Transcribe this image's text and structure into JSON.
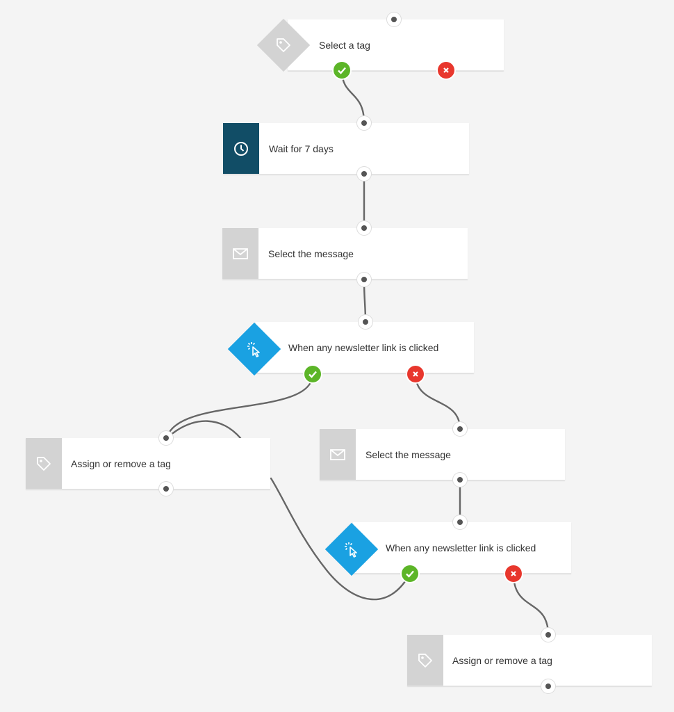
{
  "colors": {
    "background": "#f4f4f4",
    "card": "#ffffff",
    "grey_icon": "#d3d3d3",
    "wait_icon": "#114d66",
    "trigger_icon": "#1aa1e2",
    "yes": "#5cb528",
    "no": "#e8372d",
    "connector": "#666666"
  },
  "nodes": [
    {
      "label": "Select a tag",
      "icon": "tag-icon"
    },
    {
      "label": "Wait for 7 days",
      "icon": "clock-icon"
    },
    {
      "label": "Select the message",
      "icon": "envelope-icon"
    },
    {
      "label": "When any newsletter link is clicked",
      "icon": "cursor-click-icon"
    },
    {
      "label": "Assign or remove a tag",
      "icon": "tag-icon"
    },
    {
      "label": "Select the message",
      "icon": "envelope-icon"
    },
    {
      "label": "When any newsletter link is clicked",
      "icon": "cursor-click-icon"
    },
    {
      "label": "Assign or remove a tag",
      "icon": "tag-icon"
    }
  ]
}
